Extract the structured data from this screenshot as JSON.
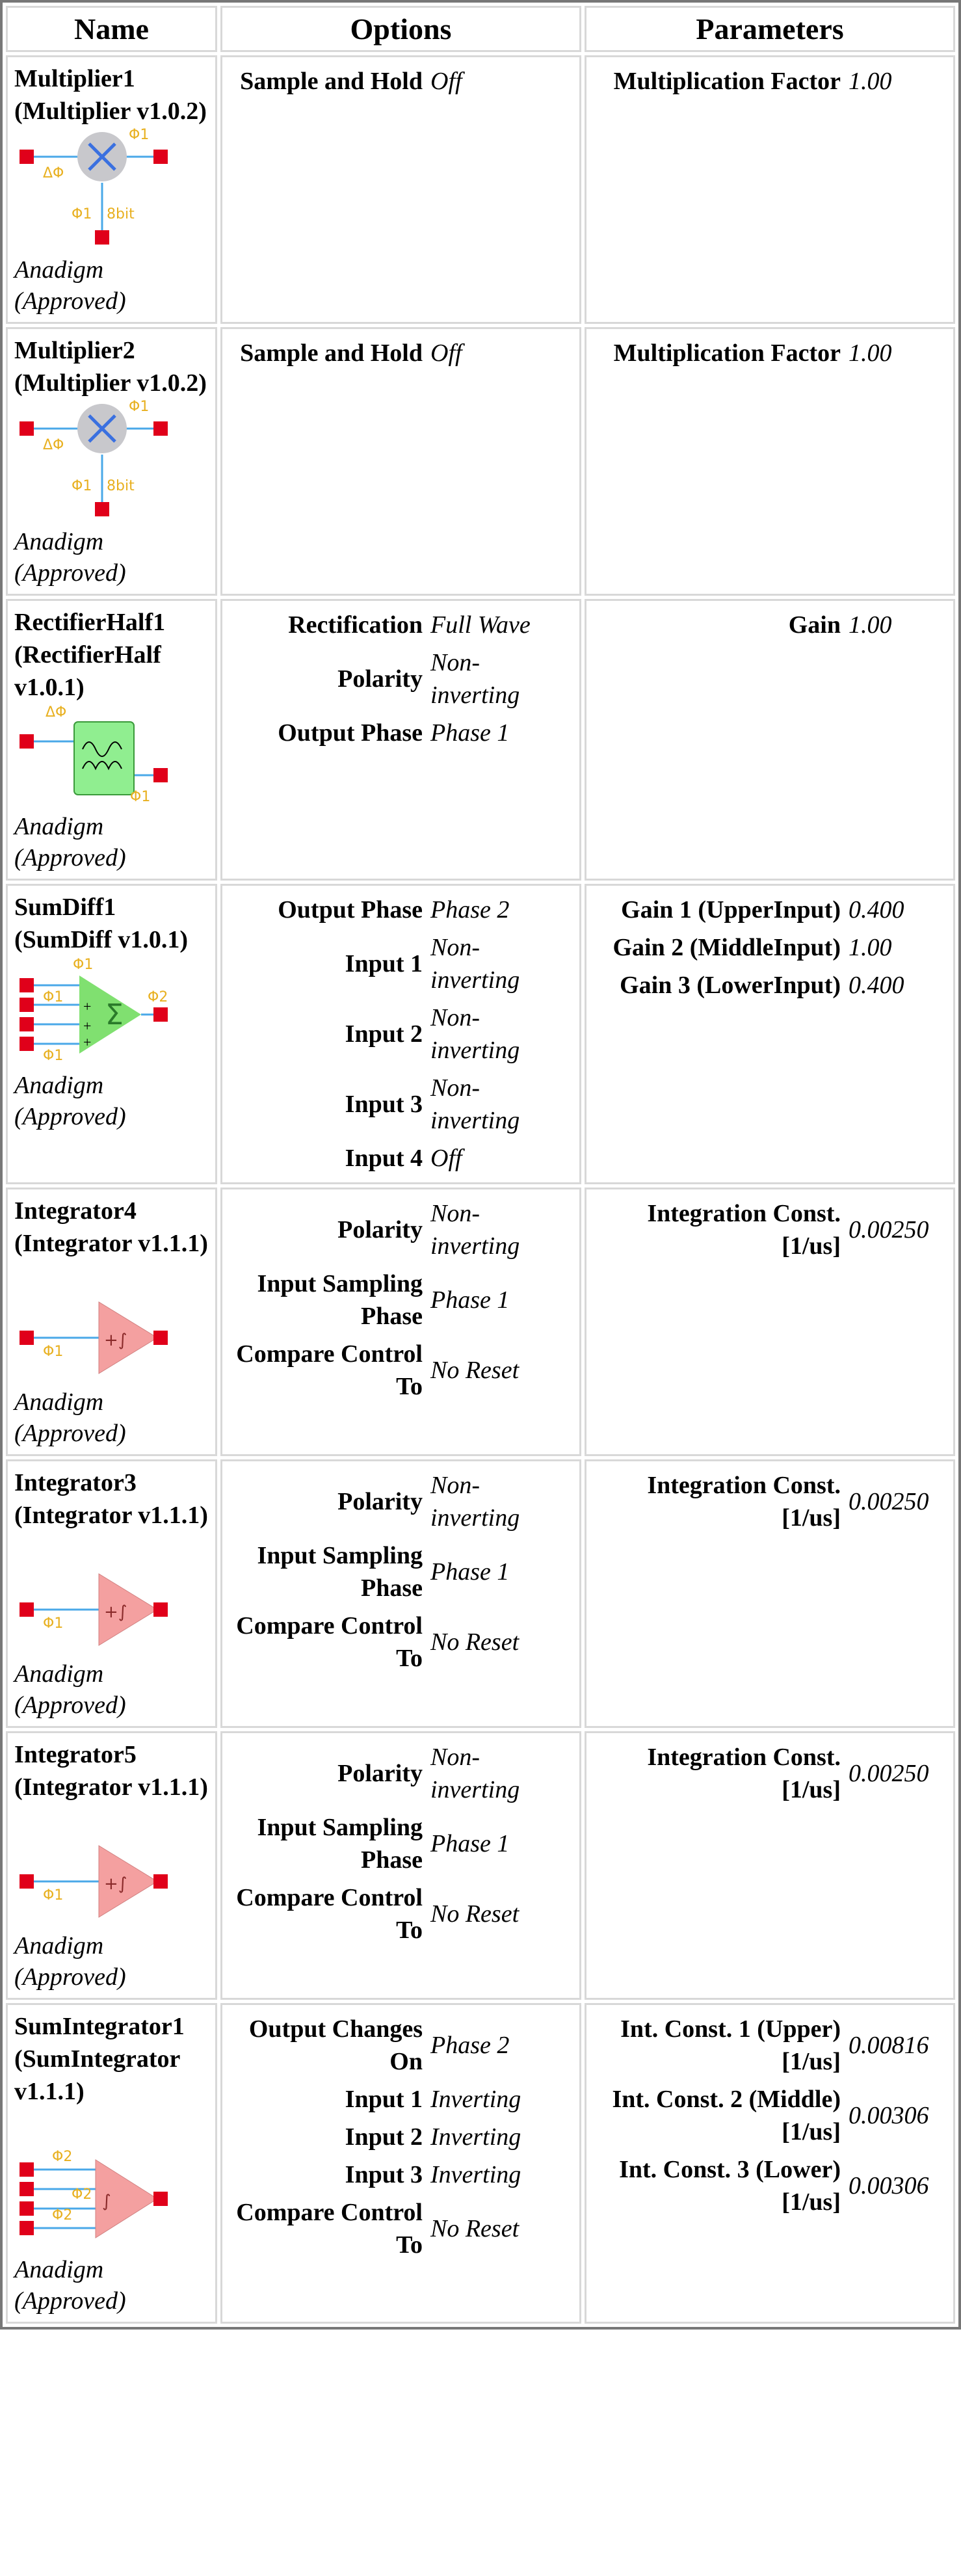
{
  "headers": {
    "name": "Name",
    "options": "Options",
    "parameters": "Parameters"
  },
  "rows": [
    {
      "title": "Multiplier1 (Multiplier v1.0.2)",
      "vendor": "Anadigm (Approved)",
      "icon": "multiplier-icon",
      "options": [
        {
          "k": "Sample and Hold",
          "v": "Off"
        }
      ],
      "params": [
        {
          "k": "Multiplication Factor",
          "v": "1.00"
        }
      ]
    },
    {
      "title": "Multiplier2 (Multiplier v1.0.2)",
      "vendor": "Anadigm (Approved)",
      "icon": "multiplier-icon",
      "options": [
        {
          "k": "Sample and Hold",
          "v": "Off"
        }
      ],
      "params": [
        {
          "k": "Multiplication Factor",
          "v": "1.00"
        }
      ]
    },
    {
      "title": "RectifierHalf1 (RectifierHalf v1.0.1)",
      "vendor": "Anadigm (Approved)",
      "icon": "rectifier-icon",
      "options": [
        {
          "k": "Rectification",
          "v": "Full Wave"
        },
        {
          "k": "Polarity",
          "v": "Non-inverting"
        },
        {
          "k": "Output Phase",
          "v": "Phase 1"
        }
      ],
      "params": [
        {
          "k": "Gain",
          "v": "1.00"
        }
      ]
    },
    {
      "title": "SumDiff1 (SumDiff v1.0.1)",
      "vendor": "Anadigm (Approved)",
      "icon": "sumdiff-icon",
      "options": [
        {
          "k": "Output Phase",
          "v": "Phase 2"
        },
        {
          "k": "Input 1",
          "v": "Non-inverting"
        },
        {
          "k": "Input 2",
          "v": "Non-inverting"
        },
        {
          "k": "Input 3",
          "v": "Non-inverting"
        },
        {
          "k": "Input 4",
          "v": "Off"
        }
      ],
      "params": [
        {
          "k": "Gain 1 (UpperInput)",
          "v": "0.400"
        },
        {
          "k": "Gain 2 (MiddleInput)",
          "v": "1.00"
        },
        {
          "k": "Gain 3 (LowerInput)",
          "v": "0.400"
        }
      ]
    },
    {
      "title": "Integrator4 (Integrator v1.1.1)",
      "vendor": "Anadigm (Approved)",
      "icon": "integrator-icon",
      "options": [
        {
          "k": "Polarity",
          "v": "Non-inverting"
        },
        {
          "k": "Input Sampling Phase",
          "v": "Phase 1"
        },
        {
          "k": "Compare Control To",
          "v": "No Reset"
        }
      ],
      "params": [
        {
          "k": "Integration Const. [1/us]",
          "v": "0.00250"
        }
      ]
    },
    {
      "title": "Integrator3 (Integrator v1.1.1)",
      "vendor": "Anadigm (Approved)",
      "icon": "integrator-icon",
      "options": [
        {
          "k": "Polarity",
          "v": "Non-inverting"
        },
        {
          "k": "Input Sampling Phase",
          "v": "Phase 1"
        },
        {
          "k": "Compare Control To",
          "v": "No Reset"
        }
      ],
      "params": [
        {
          "k": "Integration Const. [1/us]",
          "v": "0.00250"
        }
      ]
    },
    {
      "title": "Integrator5 (Integrator v1.1.1)",
      "vendor": "Anadigm (Approved)",
      "icon": "integrator-icon",
      "options": [
        {
          "k": "Polarity",
          "v": "Non-inverting"
        },
        {
          "k": "Input Sampling Phase",
          "v": "Phase 1"
        },
        {
          "k": "Compare Control To",
          "v": "No Reset"
        }
      ],
      "params": [
        {
          "k": "Integration Const. [1/us]",
          "v": "0.00250"
        }
      ]
    },
    {
      "title": "SumIntegrator1 (SumIntegrator v1.1.1)",
      "vendor": "Anadigm (Approved)",
      "icon": "sumintegrator-icon",
      "options": [
        {
          "k": "Output Changes On",
          "v": "Phase 2"
        },
        {
          "k": "Input 1",
          "v": "Inverting"
        },
        {
          "k": "Input 2",
          "v": "Inverting"
        },
        {
          "k": "Input 3",
          "v": "Inverting"
        },
        {
          "k": "Compare Control To",
          "v": "No Reset"
        }
      ],
      "params": [
        {
          "k": "Int. Const. 1 (Upper)[1/us]",
          "v": "0.00816"
        },
        {
          "k": "Int. Const. 2 (Middle)[1/us]",
          "v": "0.00306"
        },
        {
          "k": "Int. Const. 3 (Lower)[1/us]",
          "v": "0.00306"
        }
      ]
    }
  ],
  "icon_labels": {
    "phi1": "Φ1",
    "phi2": "Φ2",
    "dphi": "ΔΦ",
    "bits": "8bit"
  },
  "colors": {
    "pin": "#e0001a",
    "wire": "#4aa8e8",
    "phase_label": "#e8b020",
    "multiplier_body": "#c8c8cc",
    "multiplier_mark": "#3a70e0",
    "rectifier_body": "#90ee90",
    "sumdiff_body": "#80e070",
    "integrator_body": "#f4a0a0"
  }
}
